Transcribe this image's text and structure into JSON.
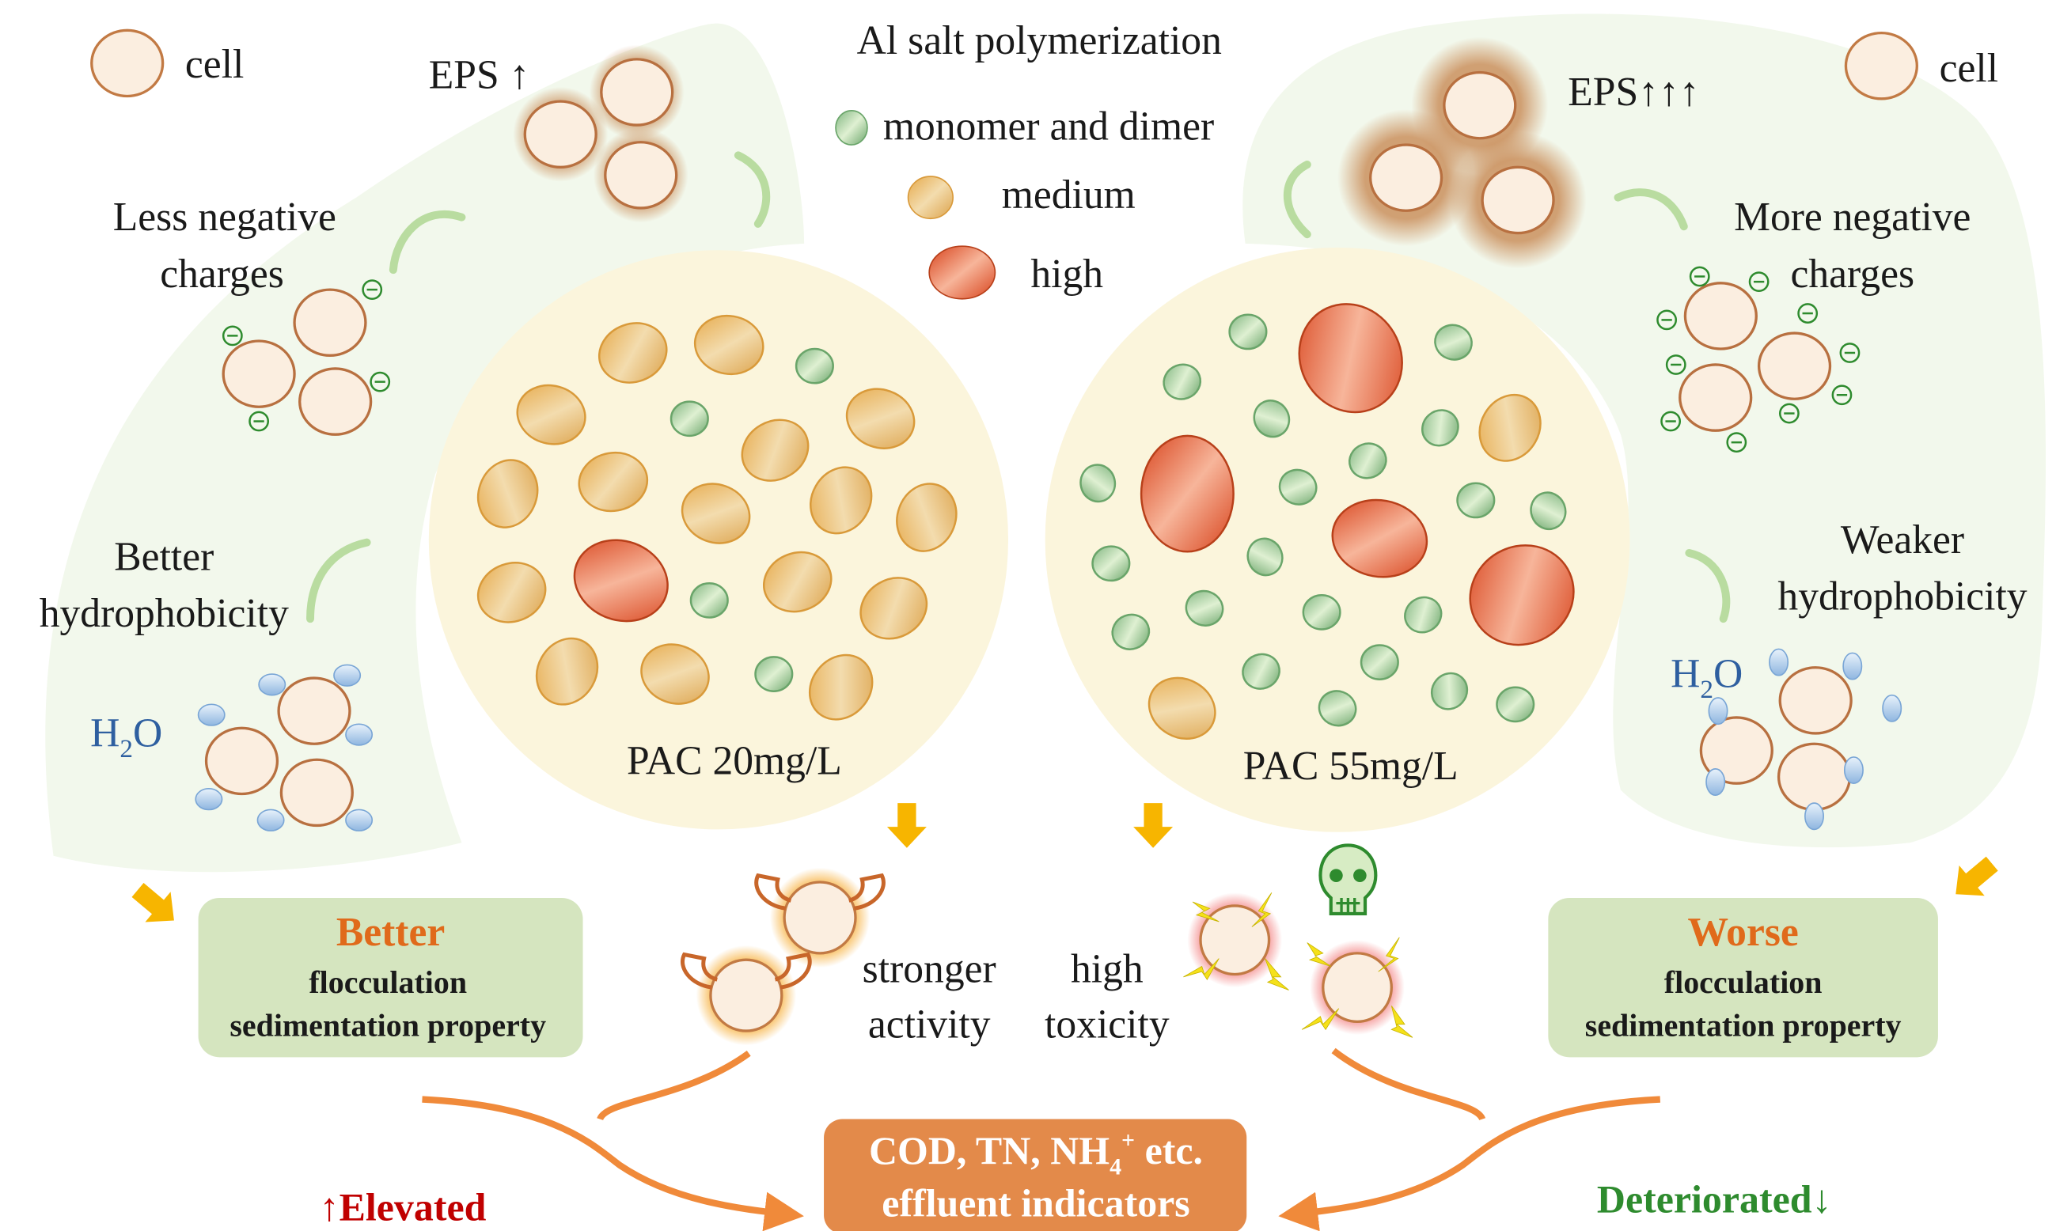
{
  "legend": {
    "title": "Al salt polymerization",
    "monomer": "monomer and dimer",
    "medium": "medium",
    "high": "high",
    "cell_left": "cell",
    "cell_right": "cell"
  },
  "left": {
    "eps": "EPS ↑",
    "charges_line1": "Less negative",
    "charges_line2": "charges",
    "hydro_line1": "Better",
    "hydro_line2": "hydrophobicity",
    "h2o_h": "H",
    "h2o_sub": "2",
    "h2o_o": "O",
    "pac": "PAC 20mg/L",
    "box_title": "Better",
    "box_line1": "flocculation",
    "box_line2": "sedimentation property",
    "activity_line1": "stronger",
    "activity_line2": "activity",
    "trend": "↑Elevated"
  },
  "right": {
    "eps": "EPS↑↑↑",
    "charges_line1": "More negative",
    "charges_line2": "charges",
    "hydro_line1": "Weaker",
    "hydro_line2": "hydrophobicity",
    "h2o_h": "H",
    "h2o_sub": "2",
    "h2o_o": "O",
    "pac": "PAC 55mg/L",
    "box_title": "Worse",
    "box_line1": "flocculation",
    "box_line2": "sedimentation property",
    "toxicity_line1": "high",
    "toxicity_line2": "toxicity",
    "trend": "Deteriorated↓"
  },
  "center_box": {
    "line1_a": "COD, TN, NH",
    "line1_sub": "4",
    "line1_sup": "+",
    "line1_b": " etc.",
    "line2": "effluent indicators"
  },
  "colors": {
    "green_region": "#f2f8ec",
    "pac_circle": "#fbf5dc",
    "box_green": "#d5e5bf",
    "box_orange": "#e38a4a",
    "better_worse_text": "#e06a1b",
    "elevated": "#c00000",
    "deteriorated": "#2e8b2e",
    "h2o": "#2e5fa0"
  }
}
